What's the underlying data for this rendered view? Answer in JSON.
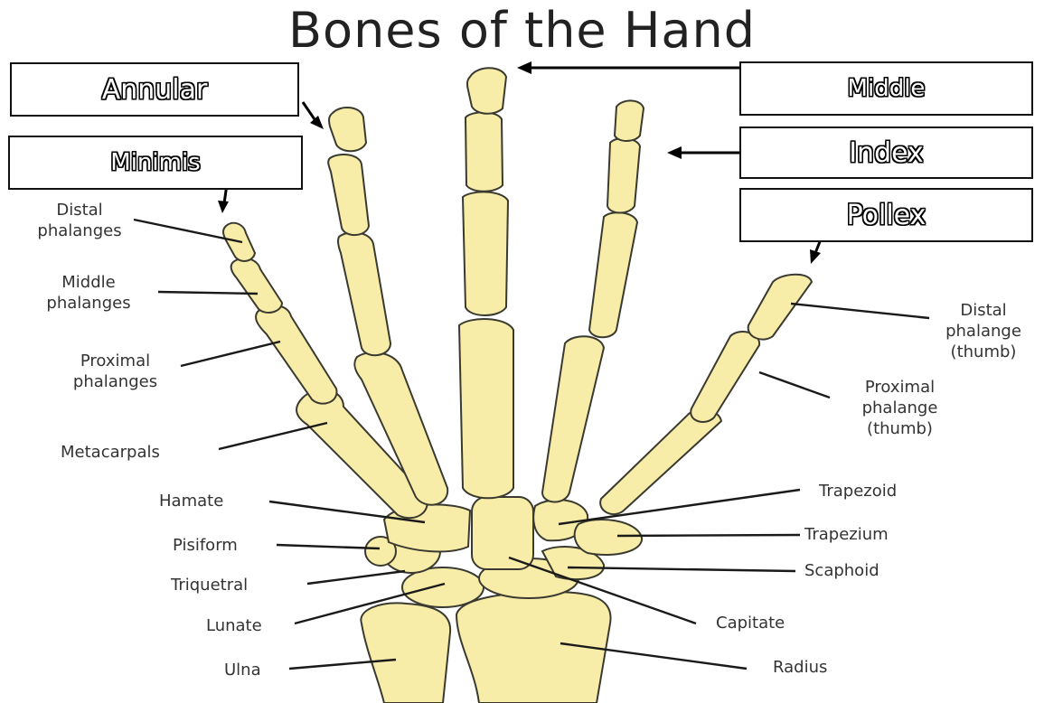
{
  "title": "Bones of the Hand",
  "finger_boxes": {
    "annular": "Annular",
    "minimis": "Minimis",
    "middle": "Middle",
    "index": "Index",
    "pollex": "Pollex"
  },
  "labels": {
    "distal_phalanges": [
      "Distal",
      "phalanges"
    ],
    "middle_phalanges": [
      "Middle",
      "phalanges"
    ],
    "proximal_phalanges": [
      "Proximal",
      "phalanges"
    ],
    "metacarpals": "Metacarpals",
    "hamate": "Hamate",
    "pisiform": "Pisiform",
    "triquetral": "Triquetral",
    "lunate": "Lunate",
    "ulna": "Ulna",
    "distal_phalange_thumb": [
      "Distal",
      "phalange",
      "(thumb)"
    ],
    "proximal_phalange_thumb": [
      "Proximal",
      "phalange",
      "(thumb)"
    ],
    "trapezoid": "Trapezoid",
    "trapezium": "Trapezium",
    "scaphoid": "Scaphoid",
    "capitate": "Capitate",
    "radius": "Radius"
  },
  "colors": {
    "bone_fill": "#f7eda8",
    "bone_outline": "#3a3a30",
    "text": "#333333"
  }
}
